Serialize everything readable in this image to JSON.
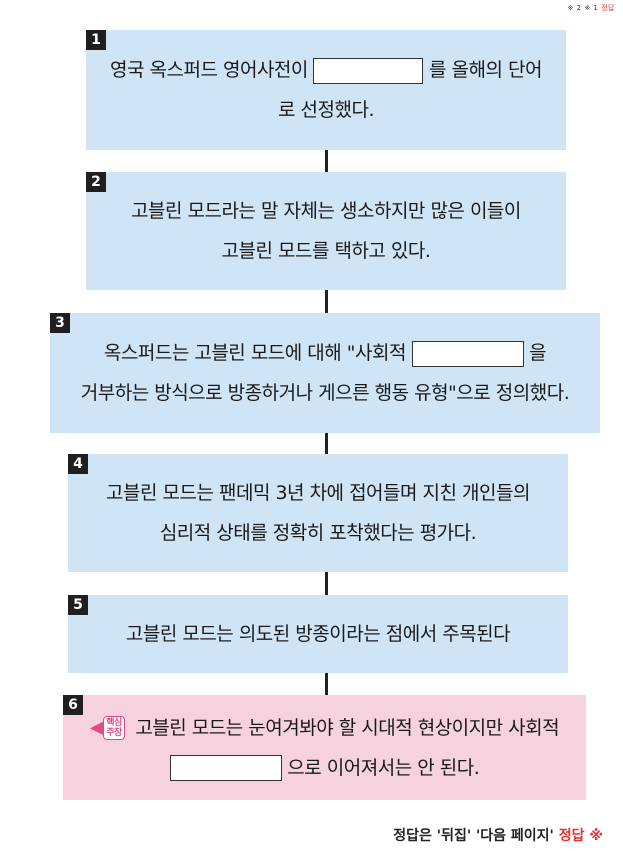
{
  "top_note": {
    "prefix": "※ 2 ※ 1",
    "highlight": "정답"
  },
  "boxes": [
    {
      "number": "1",
      "line1_before": "영국 옥스퍼드 영어사전이",
      "line1_after": "를 올해의 단어",
      "line2": "로 선정했다."
    },
    {
      "number": "2",
      "line1": "고블린 모드라는 말 자체는 생소하지만 많은 이들이",
      "line2": "고블린 모드를 택하고 있다."
    },
    {
      "number": "3",
      "line1_before": "옥스퍼드는 고블린 모드에 대해 \"사회적",
      "line1_after": "을",
      "line2": "거부하는 방식으로 방종하거나 게으른 행동 유형\"으로 정의했다."
    },
    {
      "number": "4",
      "line1": "고블린 모드는 팬데믹 3년 차에 접어들며 지친 개인들의",
      "line2": "심리적 상태를 정확히 포착했다는 평가다."
    },
    {
      "number": "5",
      "line1": "고블린 모드는 의도된 방종이라는 점에서 주목된다"
    },
    {
      "number": "6",
      "badge_top": "핵심",
      "badge_bottom": "주장",
      "line1": "고블린 모드는 눈여겨봐야 할 시대적 현상이지만 사회적",
      "line2_after": "으로 이어져서는 안 된다."
    }
  ],
  "footer": {
    "prefix": "정답은 '뒤집' '다음 페이지' ",
    "highlight": "정답",
    "suffix": "※"
  },
  "colors": {
    "box_blue": "#cfe4f5",
    "box_pink": "#f6d2df",
    "accent_red": "#e4332f",
    "badge_pink": "#e14a86"
  },
  "icons": {
    "badge": "megaphone-icon"
  }
}
